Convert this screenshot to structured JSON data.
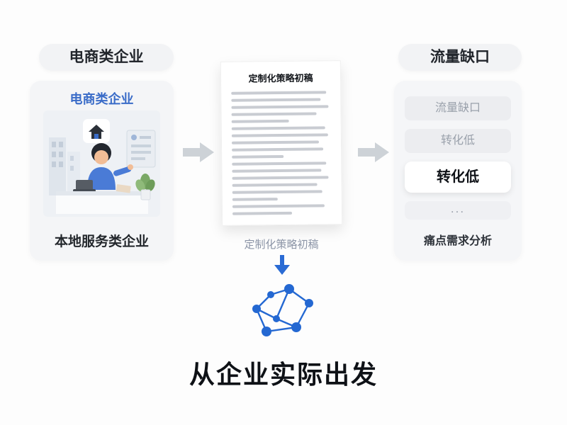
{
  "left": {
    "pill": "电商类企业",
    "card": {
      "title": "电商类企业",
      "caption": "本地服务类企业"
    }
  },
  "center": {
    "document": {
      "title": "定制化策略初稿",
      "line_count": 18
    },
    "caption": "定制化策略初稿",
    "headline": "从企业实际出发"
  },
  "right": {
    "pill": "流量缺口",
    "items": [
      {
        "label": "流量缺口",
        "emphasis": false
      },
      {
        "label": "转化低",
        "emphasis": false
      },
      {
        "label": "转化低",
        "emphasis": true
      },
      {
        "label": "...",
        "emphasis": false
      }
    ],
    "caption": "痛点需求分析"
  },
  "icons": {
    "flow_arrow": "arrow-right-icon",
    "down_arrow": "arrow-down-icon",
    "network": "network-graph-icon",
    "illustration": "office-worker-illustration"
  },
  "colors": {
    "accent_blue": "#2a6bd4",
    "title_blue": "#3a6cc8",
    "arrow_gray": "#cdd2d7",
    "muted_text": "#9aa1ab",
    "card_bg": "#f4f5f7",
    "headline_text": "#0e1116"
  }
}
